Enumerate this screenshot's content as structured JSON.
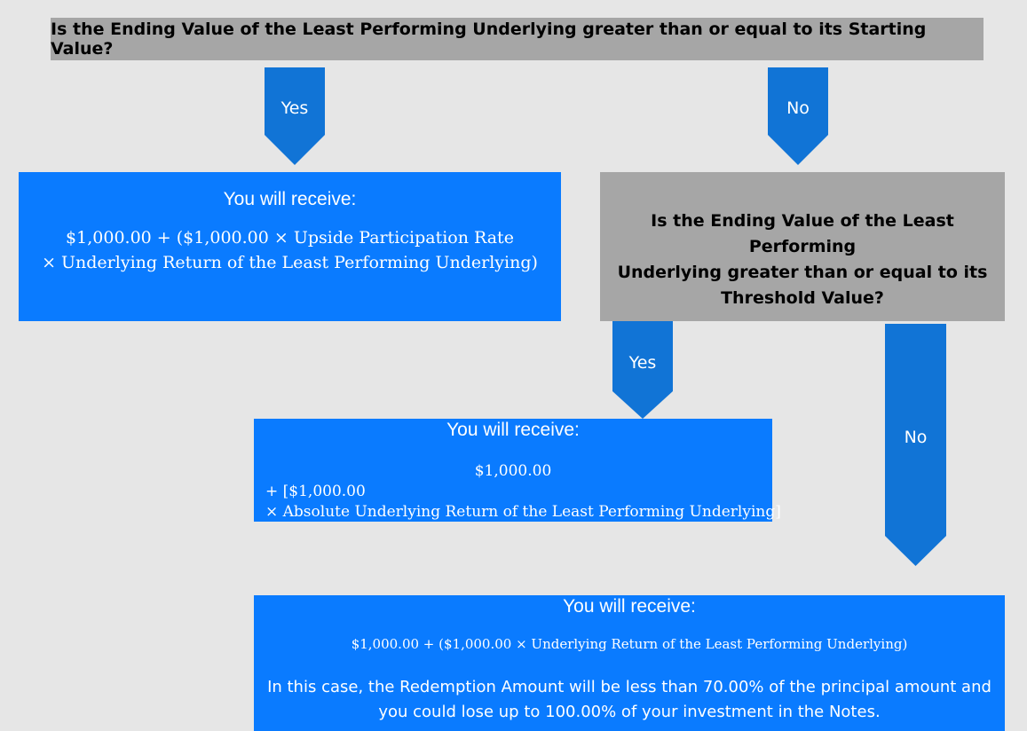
{
  "question1": "Is the Ending Value of the Least Performing Underlying greater than or equal to its Starting Value?",
  "question2": {
    "lines": [
      "Is the Ending Value of the Least Performing",
      "Underlying greater than or equal to its",
      "Threshold Value?"
    ]
  },
  "labels": {
    "yes": "Yes",
    "no": "No"
  },
  "outcome_yes": {
    "heading": "You will receive:",
    "formula_lines": [
      "$1,000.00 + ($1,000.00 × Upside Participation Rate",
      "× Underlying Return of the Least Performing Underlying)"
    ]
  },
  "outcome_threshold_yes": {
    "heading": "You will receive:",
    "line1": "$1,000.00",
    "line2": "+ [$1,000.00",
    "line3": "× Absolute Underlying Return of the Least Performing Underlying]"
  },
  "outcome_no": {
    "heading": "You will receive:",
    "formula": "$1,000.00 + ($1,000.00 × Underlying Return of the Least Performing Underlying)",
    "note_lines": [
      "In this case, the Redemption Amount will be less than 70.00% of the principal amount and",
      "you could lose up to 100.00% of your investment in the Notes."
    ]
  },
  "colors": {
    "background": "#e6e6e6",
    "question_box": "#a6a6a6",
    "outcome_box": "#0a7bff",
    "arrow": "#1174d6"
  }
}
